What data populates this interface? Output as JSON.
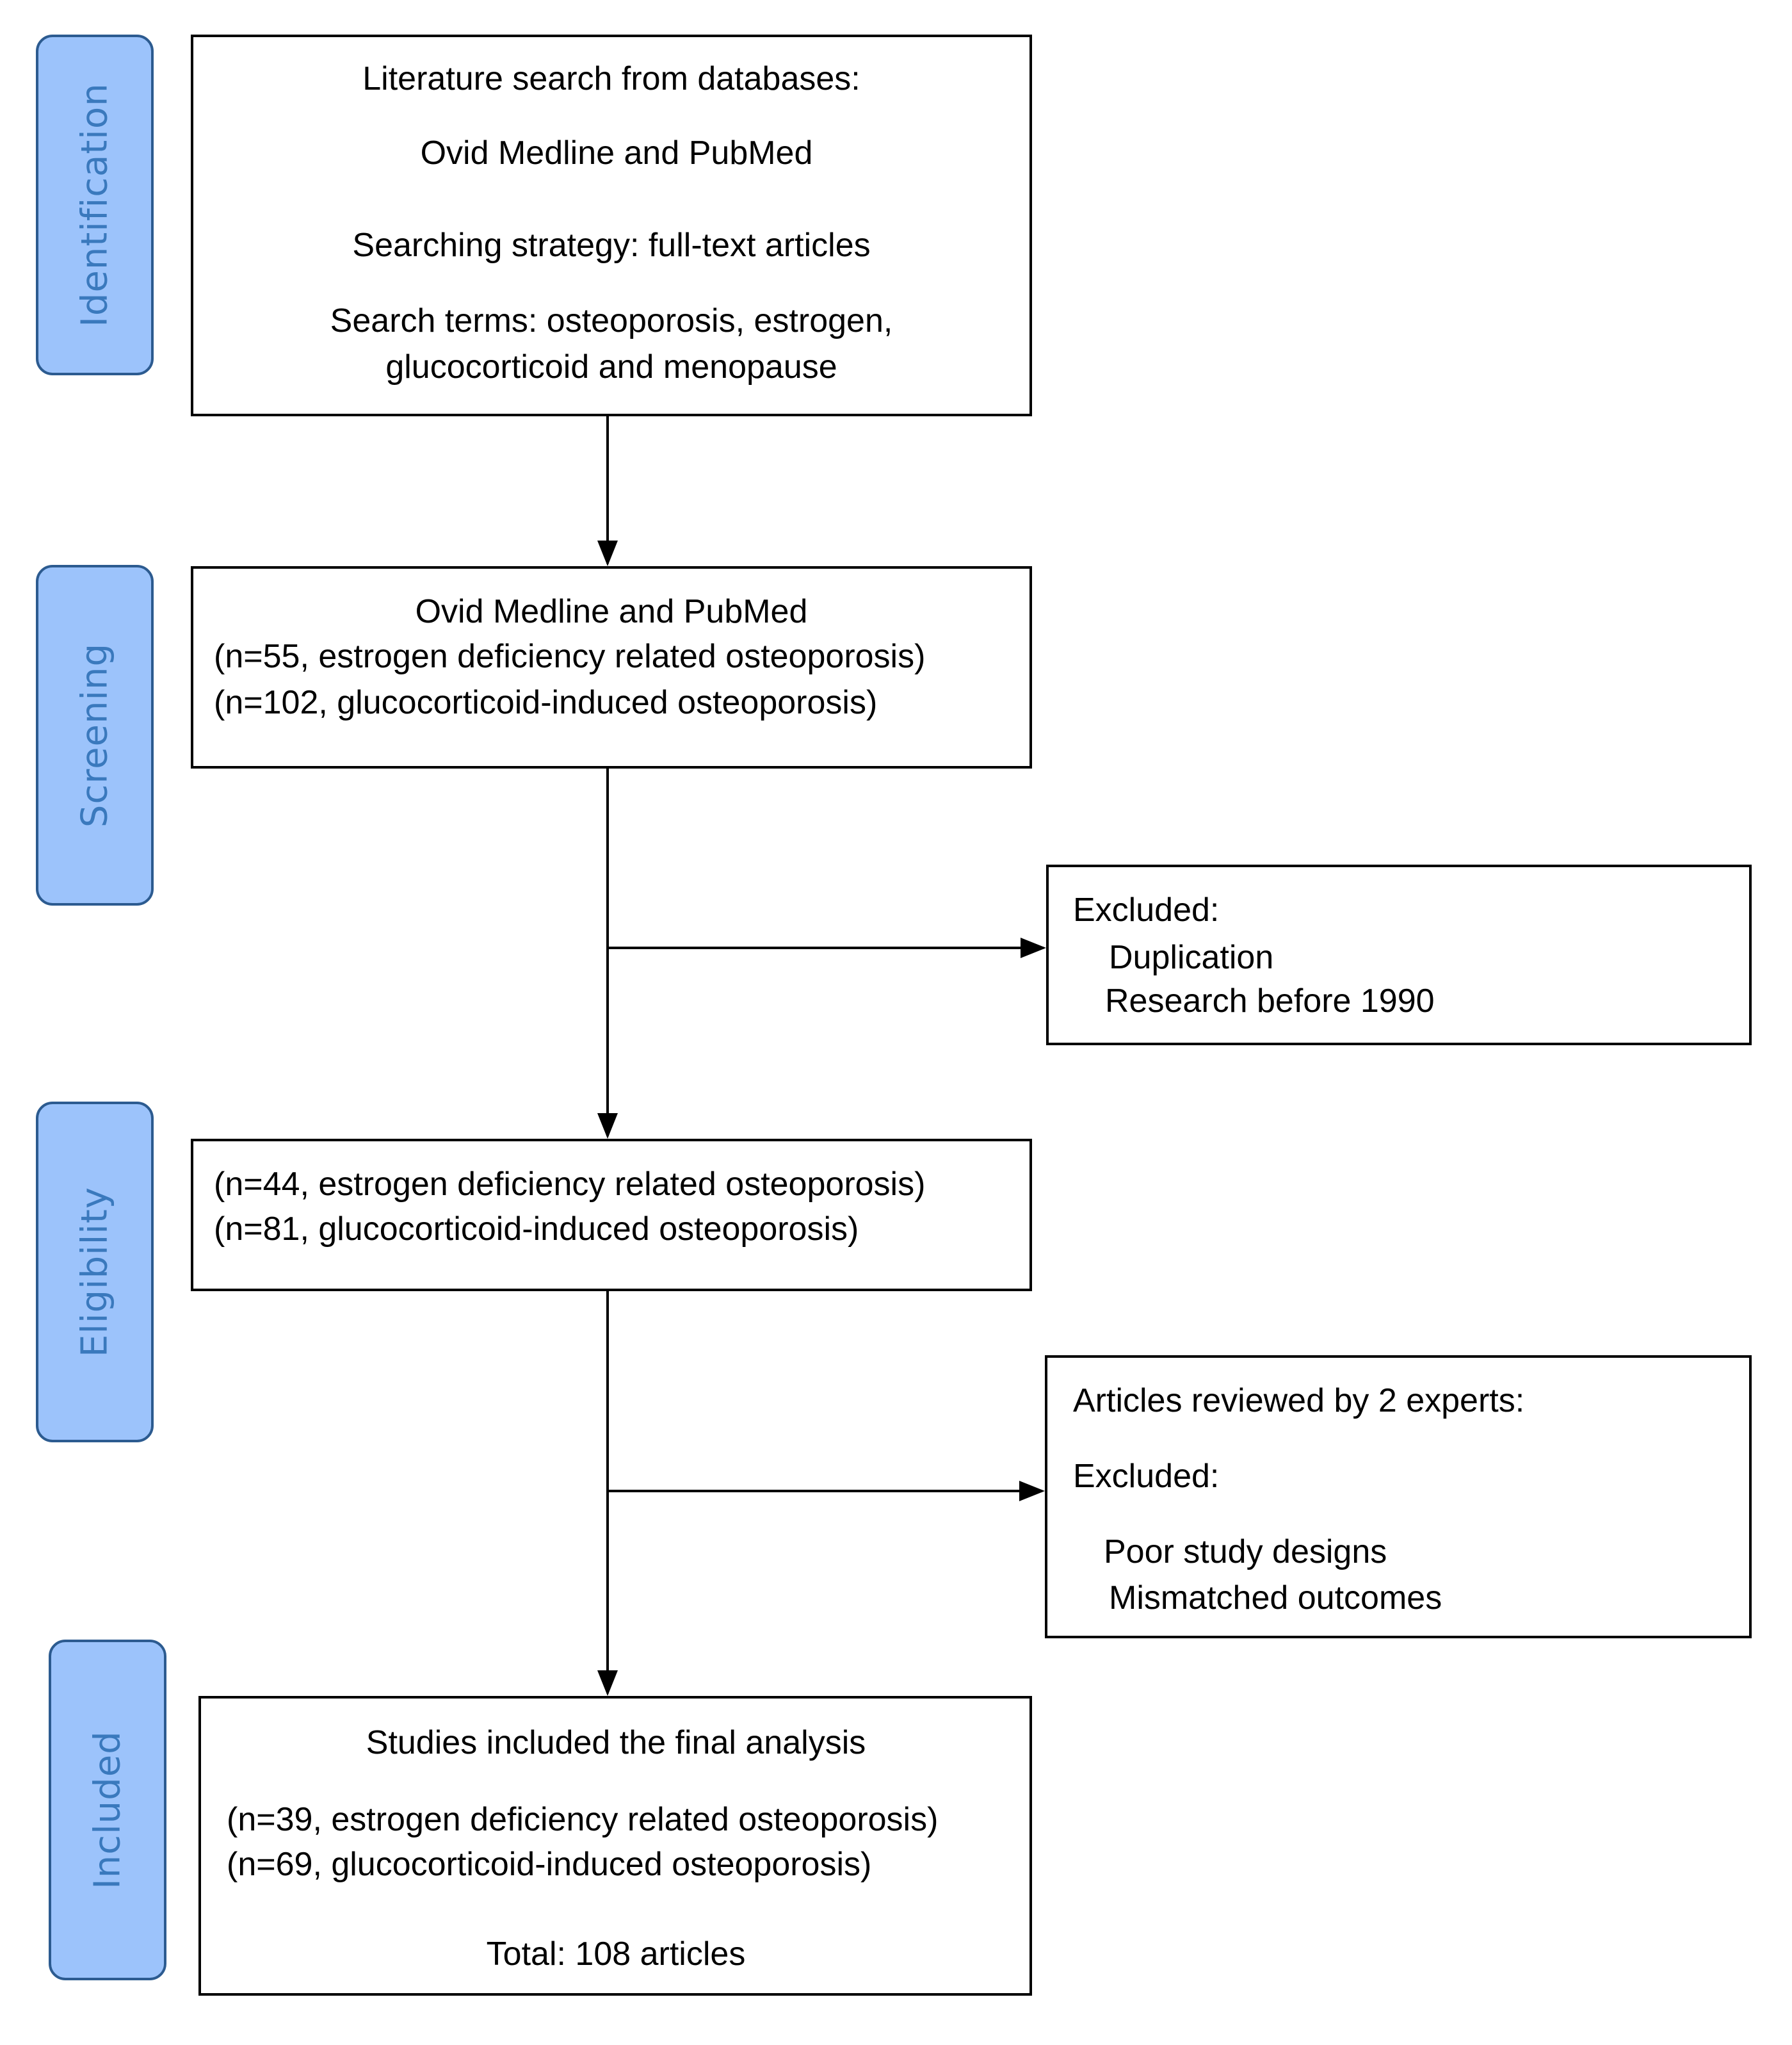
{
  "stages": {
    "identification": "Identification",
    "screening": "Screening",
    "eligibility": "Eligibility",
    "included": "Included"
  },
  "box_identification": {
    "line1": "Literature search from databases:",
    "line2": "Ovid Medline and PubMed",
    "line3": "Searching strategy: full-text articles",
    "line4": "Search terms: osteoporosis, estrogen,",
    "line5": "glucocorticoid and menopause"
  },
  "box_screening": {
    "line1": "Ovid Medline and PubMed",
    "line2": "(n=55, estrogen deficiency related osteoporosis)",
    "line3": "(n=102, glucocorticoid-induced osteoporosis)"
  },
  "box_excluded_1": {
    "title": "Excluded:",
    "item1": "Duplication",
    "item2": "Research before 1990"
  },
  "box_eligibility": {
    "line1": "(n=44, estrogen deficiency related osteoporosis)",
    "line2": "(n=81, glucocorticoid-induced osteoporosis)"
  },
  "box_excluded_2": {
    "line1": "Articles reviewed by 2 experts:",
    "line2": "Excluded:",
    "item1": "Poor study designs",
    "item2": "Mismatched outcomes"
  },
  "box_included": {
    "line1": "Studies included the final analysis",
    "line2": "(n=39, estrogen deficiency related osteoporosis)",
    "line3": "(n=69, glucocorticoid-induced osteoporosis)",
    "line4": "Total: 108 articles"
  },
  "colors": {
    "stage_fill": "#9cc3fb",
    "stage_border": "#2c5b90",
    "stage_text": "#3a79bd",
    "line": "#000000"
  }
}
